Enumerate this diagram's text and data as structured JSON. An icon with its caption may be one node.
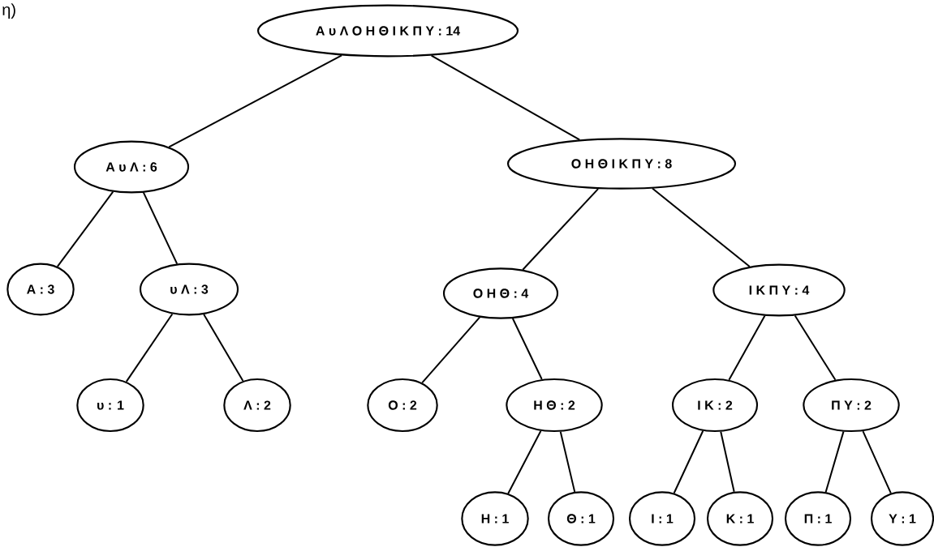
{
  "diagram": {
    "nodes": [
      {
        "text": [
          "Α υ Λ Ο Η Θ Ι Κ Π Υ : 14"
        ]
      },
      {
        "text": [
          "Α υ Λ : 6"
        ]
      },
      {
        "text": [
          "Ο Η Θ Ι Κ Π Υ : 8"
        ]
      },
      {
        "text": [
          "Α : 3"
        ]
      },
      {
        "text": [
          "υ Λ : 3"
        ]
      },
      {
        "text": [
          "Ο Η Θ : 4"
        ]
      },
      {
        "text": [
          "Ι Κ Π Υ : 4"
        ]
      },
      {
        "text": [
          "υ : 1"
        ]
      },
      {
        "text": [
          "Λ : 2"
        ]
      },
      {
        "text": [
          "Ο : 2"
        ]
      },
      {
        "text": [
          "Η Θ : 2"
        ]
      },
      {
        "text": [
          "Ι Κ : 2"
        ]
      },
      {
        "text": [
          "Π Υ : 2"
        ]
      },
      {
        "text": [
          "Η : 1"
        ]
      },
      {
        "text": [
          "Θ : 1"
        ]
      },
      {
        "text": [
          "Ι : 1"
        ]
      },
      {
        "text": [
          "Κ : 1"
        ]
      },
      {
        "text": [
          "Π : 1"
        ]
      },
      {
        "text": [
          "Υ : 1"
        ]
      }
    ],
    "edges": [
      {
        "from": 0,
        "to": 1,
        "arrow": "none"
      },
      {
        "from": 0,
        "to": 2,
        "arrow": "none"
      },
      {
        "from": 1,
        "to": 3,
        "arrow": "none"
      },
      {
        "from": 1,
        "to": 4,
        "arrow": "none"
      },
      {
        "from": 2,
        "to": 5,
        "arrow": "none"
      },
      {
        "from": 2,
        "to": 6,
        "arrow": "none"
      },
      {
        "from": 4,
        "to": 7,
        "arrow": "none"
      },
      {
        "from": 4,
        "to": 8,
        "arrow": "none"
      },
      {
        "from": 5,
        "to": 9,
        "arrow": "none"
      },
      {
        "from": 5,
        "to": 10,
        "arrow": "none"
      },
      {
        "from": 6,
        "to": 11,
        "arrow": "none"
      },
      {
        "from": 6,
        "to": 12,
        "arrow": "none"
      },
      {
        "from": 10,
        "to": 13,
        "arrow": "none"
      },
      {
        "from": 10,
        "to": 14,
        "arrow": "none"
      },
      {
        "from": 11,
        "to": 15,
        "arrow": "none"
      },
      {
        "from": 11,
        "to": 16,
        "arrow": "none"
      },
      {
        "from": 12,
        "to": 17,
        "arrow": "none"
      },
      {
        "from": 12,
        "to": 18,
        "arrow": "none"
      }
    ],
    "labels": [
      "η)"
    ]
  }
}
